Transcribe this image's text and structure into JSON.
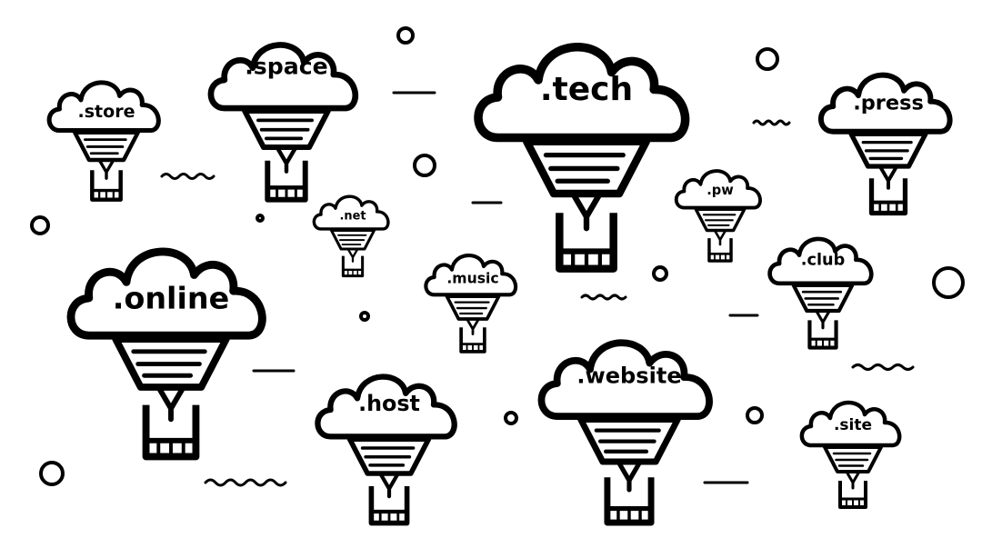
{
  "illustration": {
    "ink_color": "#000000",
    "background_color": "#ffffff",
    "balloons": [
      {
        "label": ".store"
      },
      {
        "label": ".space"
      },
      {
        "label": ".tech"
      },
      {
        "label": ".press"
      },
      {
        "label": ".pw"
      },
      {
        "label": ".net"
      },
      {
        "label": ".online"
      },
      {
        "label": ".music"
      },
      {
        "label": ".club"
      },
      {
        "label": ".host"
      },
      {
        "label": ".website"
      },
      {
        "label": ".site"
      }
    ]
  }
}
